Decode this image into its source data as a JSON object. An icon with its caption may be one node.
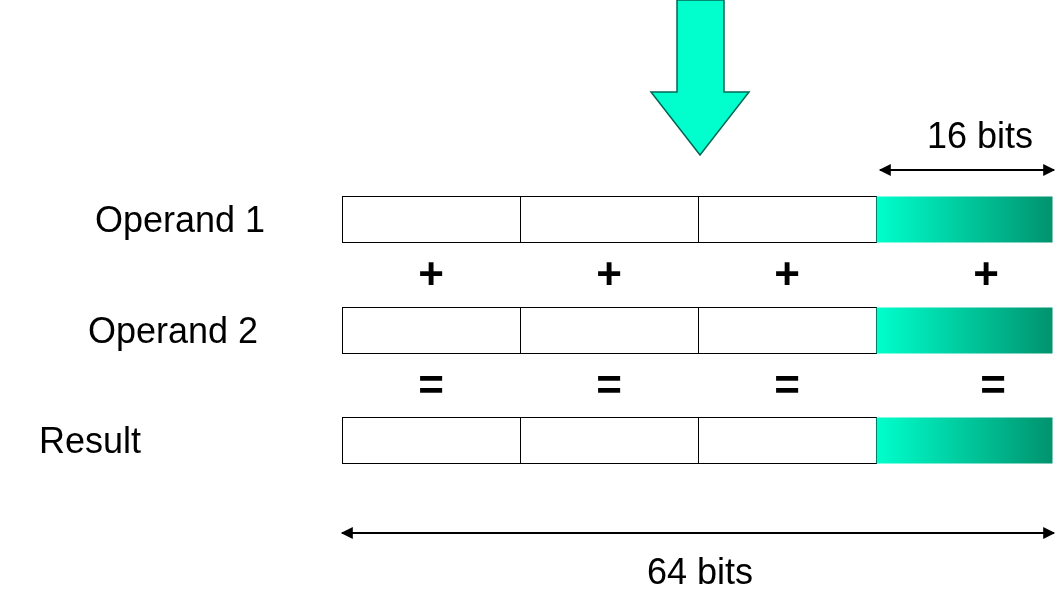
{
  "diagram": {
    "labels": [
      "16 bits",
      "Operand 1",
      "+",
      "+",
      "+",
      "+",
      "Operand 2",
      "=",
      "=",
      "=",
      "=",
      "Result",
      "64 bits"
    ]
  }
}
